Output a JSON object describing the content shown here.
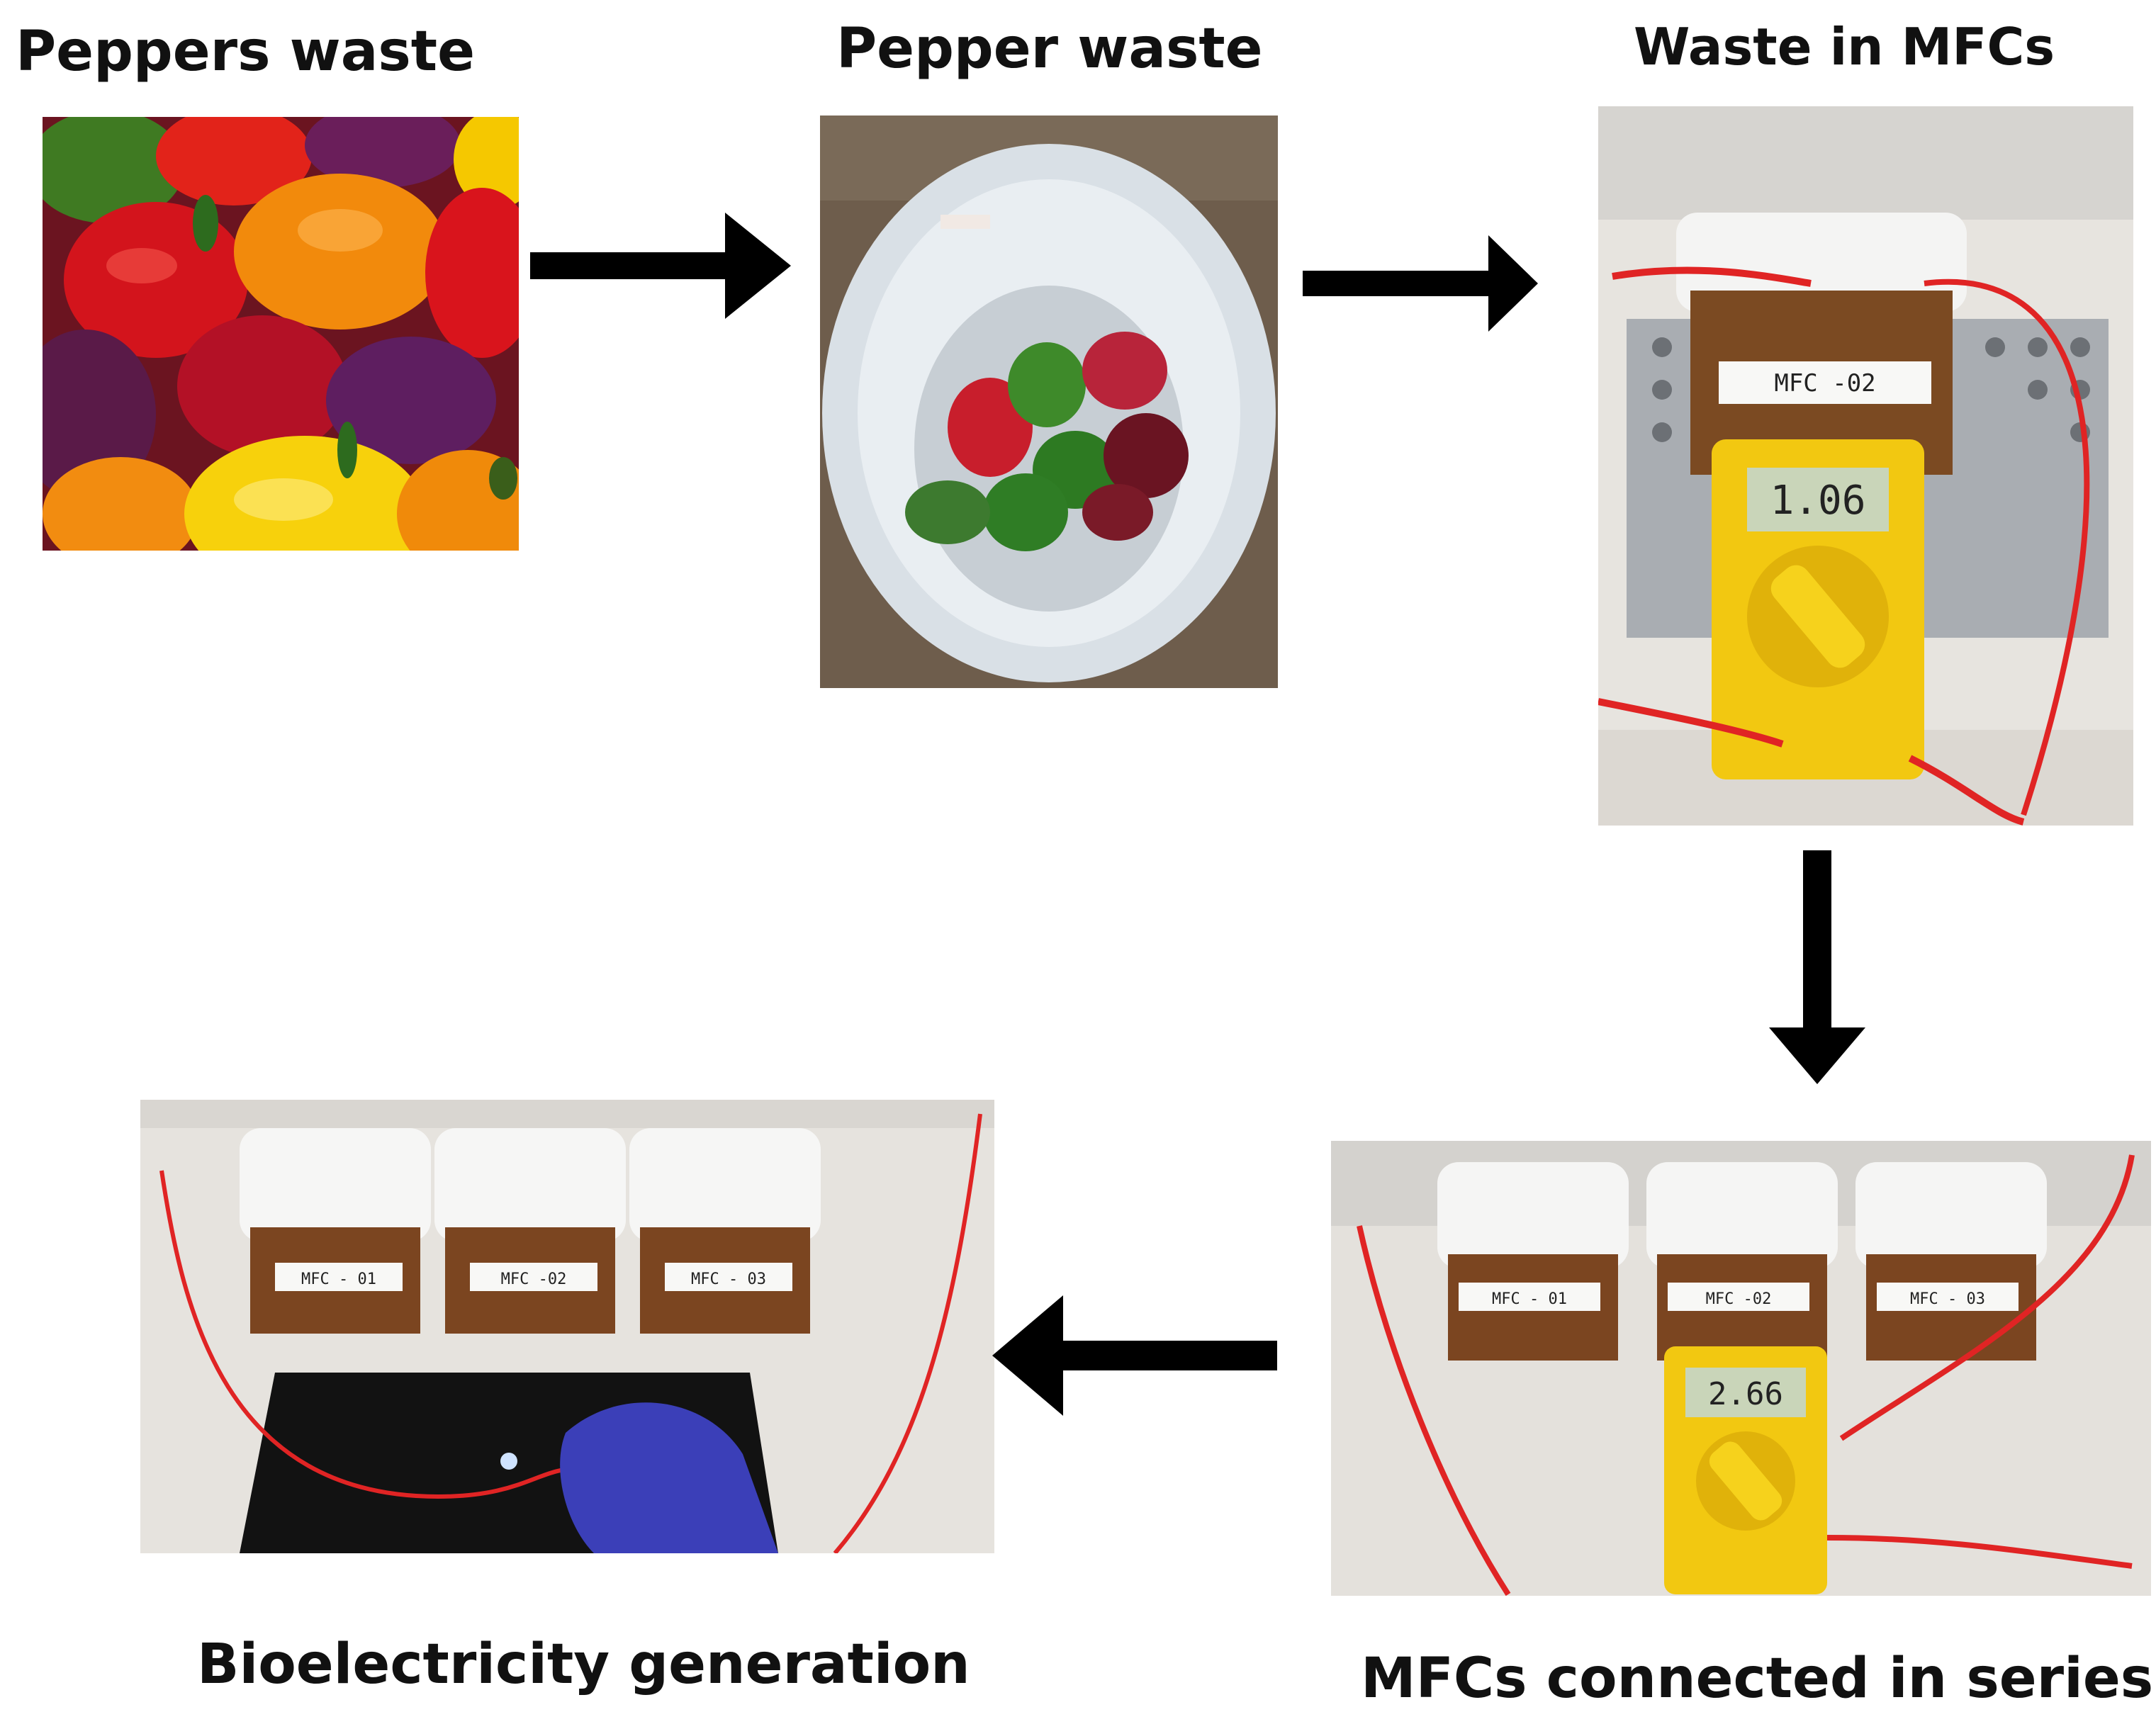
{
  "steps": {
    "peppers": {
      "label": "Peppers waste"
    },
    "pepper_waste": {
      "label": "Pepper waste"
    },
    "waste_in_mfcs": {
      "label": "Waste in MFCs",
      "meter_reading": "1.06",
      "container_label": "MFC -02"
    },
    "series": {
      "label": "MFCs connected in series",
      "meter_reading": "2.66",
      "container_labels": [
        "MFC - 01",
        "MFC -02",
        "MFC - 03"
      ]
    },
    "bioelectricity": {
      "label": "Bioelectricity generation",
      "container_labels": [
        "MFC - 01",
        "MFC -02",
        "MFC - 03"
      ]
    }
  },
  "arrows": [
    "right",
    "right",
    "down",
    "left"
  ],
  "colors": {
    "arrow": "#000000",
    "text": "#111111",
    "wire": "#e02424",
    "meter": "#f2c811"
  }
}
